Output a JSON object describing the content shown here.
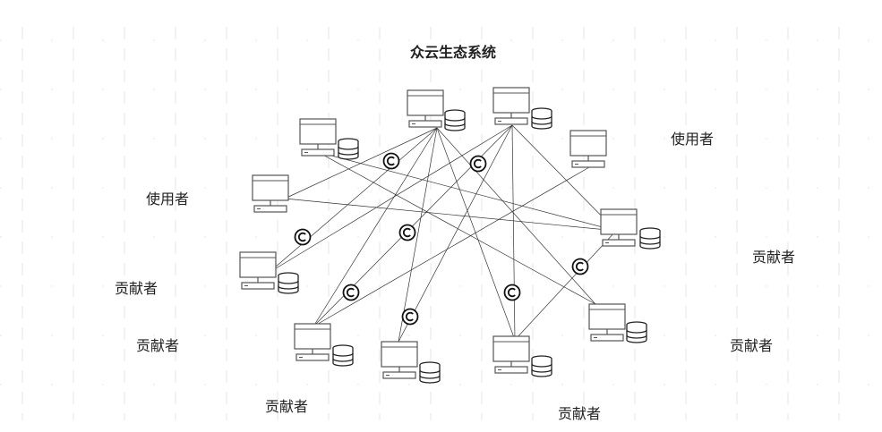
{
  "title": "众云生态系统",
  "labels": {
    "user_left": "使用者",
    "user_right": "使用者",
    "contrib_left_1": "贡献者",
    "contrib_left_2": "贡献者",
    "contrib_bottom_left": "贡献者",
    "contrib_bottom_right": "贡献者",
    "contrib_right_1": "贡献者",
    "contrib_right_2": "贡献者"
  },
  "icons": {
    "computer": "computer-icon",
    "database": "database-icon",
    "coin": "copyright-coin-icon"
  },
  "colors": {
    "line": "#333333",
    "icon_stroke": "#555555",
    "grid": "#e4e4e4"
  }
}
